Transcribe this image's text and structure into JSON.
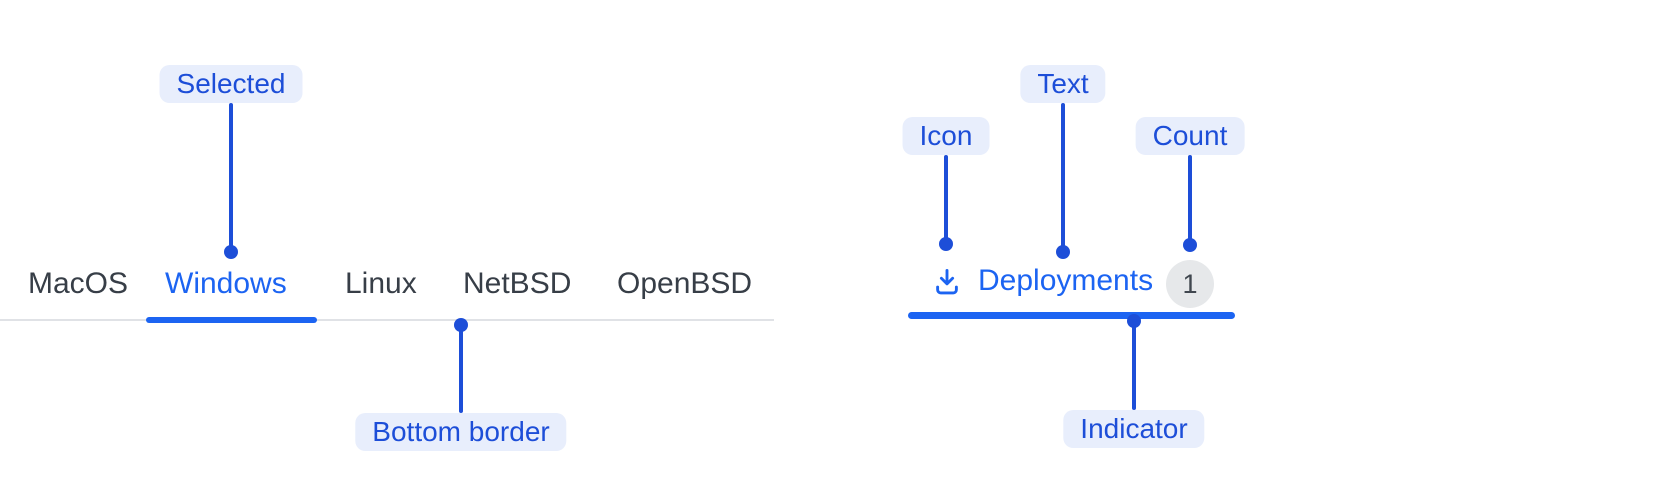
{
  "colors": {
    "accent_blue": "#1c64f2",
    "callout_blue": "#1d4ed8",
    "callout_pill_bg": "#e8eefc",
    "inactive_tab_text": "#373e47",
    "bottom_border_gray": "#e0e2e6",
    "count_badge_bg": "#e6e8ea",
    "count_badge_text": "#40474f"
  },
  "tabs_example": {
    "tabs": [
      {
        "label": "MacOS",
        "selected": false
      },
      {
        "label": "Windows",
        "selected": true
      },
      {
        "label": "Linux",
        "selected": false
      },
      {
        "label": "NetBSD",
        "selected": false
      },
      {
        "label": "OpenBSD",
        "selected": false
      }
    ],
    "callouts": {
      "selected_label": "Selected",
      "bottom_border_label": "Bottom border"
    }
  },
  "tab_item_example": {
    "icon": "download-icon",
    "label": "Deployments",
    "count": "1",
    "callouts": {
      "icon_label": "Icon",
      "text_label": "Text",
      "count_label": "Count",
      "indicator_label": "Indicator"
    }
  }
}
